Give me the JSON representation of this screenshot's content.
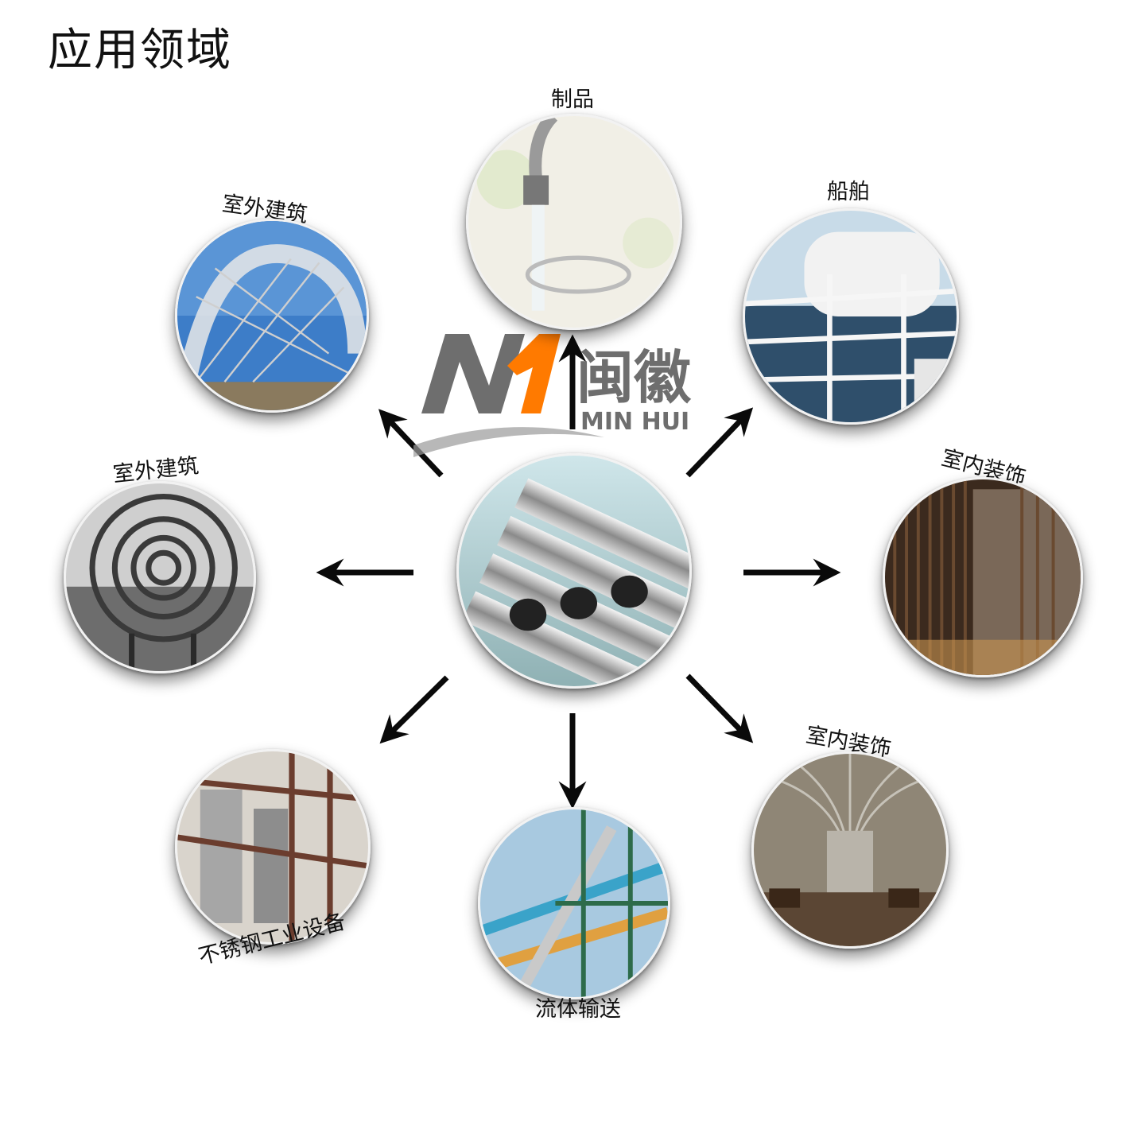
{
  "title": "应用领域",
  "logo": {
    "cn_text": "闽徽",
    "en_text": "MIN HUI",
    "mark": "N1",
    "accent": "#ff7a00",
    "gray": "#6e6e6e"
  },
  "center": {
    "subject": "stainless-steel-tubes"
  },
  "applications": [
    {
      "id": "products",
      "label": "制品",
      "icon": "faucet-water"
    },
    {
      "id": "ships",
      "label": "船舶",
      "icon": "ship-railing"
    },
    {
      "id": "interior-1",
      "label": "室内装饰",
      "icon": "wood-slat-wall"
    },
    {
      "id": "interior-2",
      "label": "室内装饰",
      "icon": "tree-pillar-restaurant"
    },
    {
      "id": "fluid",
      "label": "流体输送",
      "icon": "pipelines"
    },
    {
      "id": "industrial",
      "label": "不锈钢工业设备",
      "icon": "industrial-plant"
    },
    {
      "id": "outdoor-1",
      "label": "室外建筑",
      "icon": "ring-sculpture"
    },
    {
      "id": "outdoor-2",
      "label": "室外建筑",
      "icon": "lattice-arch"
    }
  ],
  "colors": {
    "arrow": "#0a0a0a",
    "text": "#111111"
  }
}
